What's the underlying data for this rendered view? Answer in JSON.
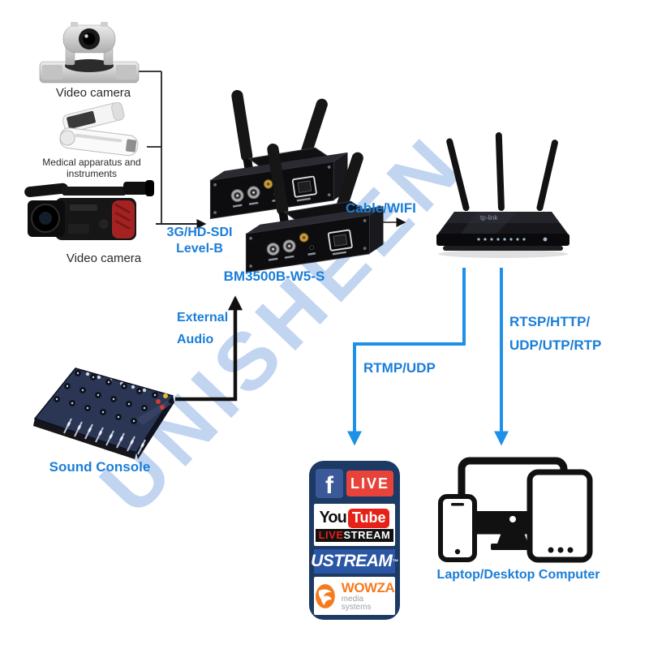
{
  "watermark": {
    "text": "UNISHEEN"
  },
  "devices": {
    "ptz_camera": {
      "label": "Video camera"
    },
    "medical": {
      "label": "Medical apparatus and instruments"
    },
    "camcorder": {
      "label": "Video camera"
    },
    "encoder": {
      "model": "BM3500B-W5-S"
    },
    "router": {
      "brand": "tp-link"
    },
    "sound_console": {
      "label": "Sound Console"
    },
    "computer": {
      "label": "Laptop/Desktop Computer"
    }
  },
  "connections": {
    "sdi": {
      "line1": "3G/HD-SDI",
      "line2": "Level-B"
    },
    "audio": {
      "line1": "External",
      "line2": "Audio"
    },
    "cable": {
      "label": "Cable/WIFI"
    },
    "rtmp": {
      "label": "RTMP/UDP"
    },
    "rtsp": {
      "line1": "RTSP/HTTP/",
      "line2": "UDP/UTP/RTP"
    }
  },
  "platforms": {
    "facebook": {
      "f": "f",
      "live": "LIVE"
    },
    "youtube": {
      "you": "You",
      "tube": "Tube"
    },
    "livestream": {
      "live": "LIVE",
      "stream": "STREAM"
    },
    "ustream": {
      "name": "USTREAM",
      "tm": "™"
    },
    "wowza": {
      "name": "WOWZA",
      "sub": "media systems"
    }
  },
  "icons": {
    "ptz_camera": "ptz-camera-image",
    "medical": "medical-apparatus-image",
    "camcorder": "camcorder-image",
    "encoders": "encoder-devices-image",
    "router": "wifi-router-image",
    "mixer": "sound-console-image",
    "computer": "monitor-phone-tablet-icon",
    "wowza_swirl": "wowza-swirl-icon",
    "facebook": "facebook-f-icon"
  },
  "colors": {
    "label_blue": "#1a7ed8",
    "line_blue": "#1e90e8",
    "watermark_blue": "#b7cdee",
    "box_navy": "#1c3a64",
    "facebook_blue": "#3b5998",
    "live_red": "#e8433a",
    "youtube_red": "#e62117",
    "ustream_blue": "#2a56a4",
    "wowza_orange": "#f47b20"
  }
}
